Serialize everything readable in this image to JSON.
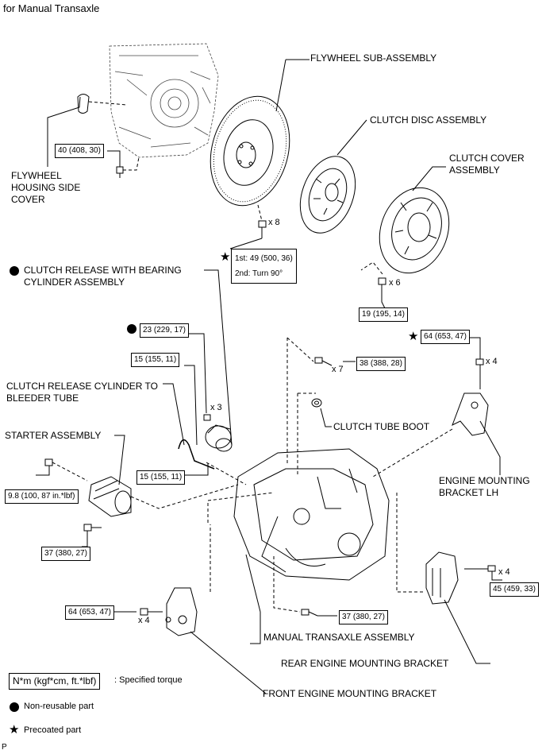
{
  "header": "for Manual Transaxle",
  "footer_code": "P",
  "parts": {
    "flywheel": "FLYWHEEL SUB-ASSEMBLY",
    "clutch_disc": "CLUTCH DISC ASSEMBLY",
    "clutch_cover": "CLUTCH COVER\nASSEMBLY",
    "housing_cover": "FLYWHEEL\nHOUSING SIDE\nCOVER",
    "release_cylinder": "CLUTCH RELEASE WITH BEARING\nCYLINDER ASSEMBLY",
    "bleeder_tube": "CLUTCH RELEASE CYLINDER TO\nBLEEDER TUBE",
    "starter": "STARTER ASSEMBLY",
    "tube_boot": "CLUTCH TUBE BOOT",
    "mount_lh": "ENGINE MOUNTING\nBRACKET LH",
    "transaxle": "MANUAL TRANSAXLE ASSEMBLY",
    "rear_mount": "REAR ENGINE MOUNTING BRACKET",
    "front_mount": "FRONT ENGINE MOUNTING BRACKET"
  },
  "torques": {
    "t_housing_cover": "40 (408, 30)",
    "t_flywheel": "1st: 49 (500, 36)\n2nd: Turn 90°",
    "t_clutch_cover": "19 (195, 14)",
    "t_mount_lh": "64 (653, 47)",
    "t_release_cyl": "23 (229, 17)",
    "t_bleeder_upper": "15 (155, 11)",
    "t_bleeder_lower": "15 (155, 11)",
    "t_transaxle_upper": "38 (388, 28)",
    "t_starter_upper": "9.8 (100, 87 in.*lbf)",
    "t_starter_lower": "37 (380, 27)",
    "t_front_mount": "64 (653, 47)",
    "t_transaxle_lower": "37 (380, 27)",
    "t_rear_mount": "45 (459, 33)"
  },
  "quantities": {
    "q_flywheel": "x 8",
    "q_clutch_cover": "x 6",
    "q_release": "x 3",
    "q_transaxle": "x 7",
    "q_mount_lh": "x 4",
    "q_front_mount": "x 4",
    "q_rear_mount": "x 4"
  },
  "legend": {
    "torque_unit": "N*m (kgf*cm, ft.*lbf)",
    "torque_desc": ": Specified torque",
    "nonreusable": "Non-reusable part",
    "precoated": "Precoated part"
  }
}
